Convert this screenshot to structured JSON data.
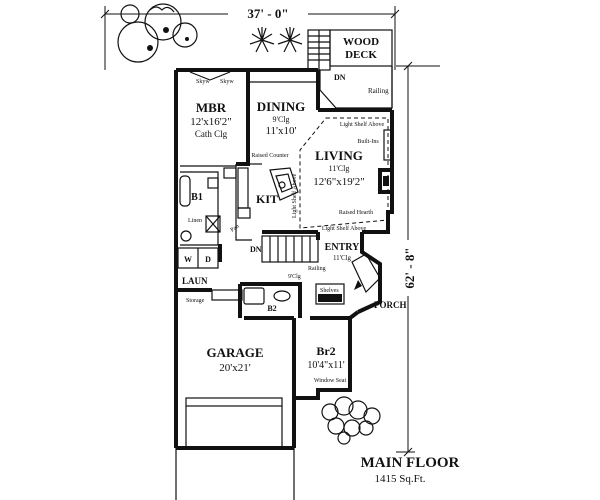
{
  "dimensions": {
    "width": "37' - 0\"",
    "depth": "62' - 8\""
  },
  "rooms": {
    "wood_deck": "WOOD\nDECK",
    "mbr": {
      "name": "MBR",
      "size": "12'x16'2\"",
      "note": "Cath Clg"
    },
    "dining": {
      "name": "DINING",
      "note": "9'Clg",
      "size": "11'x10'"
    },
    "living": {
      "name": "LIVING",
      "note": "11'Clg",
      "size": "12'6\"x19'2\""
    },
    "kit": {
      "name": "KIT"
    },
    "b1": {
      "name": "B1"
    },
    "entry": {
      "name": "ENTRY",
      "note": "11'Clg"
    },
    "laun": {
      "name": "LAUN"
    },
    "b2": {
      "name": "B2"
    },
    "garage": {
      "name": "GARAGE",
      "size": "20'x21'"
    },
    "br2": {
      "name": "Br2",
      "size": "10'4\"x11'"
    },
    "porch": {
      "name": "PORCH"
    }
  },
  "notes": {
    "dn_deck": "DN",
    "railing_deck": "Railing",
    "skylight_1": "Skyw",
    "skylight_2": "Skyw",
    "light_shelf_above_1": "Light Shelf Above",
    "built_ins": "Built-Ins",
    "raised_counter": "Raised Counter",
    "light_shelf_above_2": "Light Shelf Above",
    "raised_hearth": "Raised Hearth",
    "light_shelf_above_3": "Light Shelf Above",
    "pantry": "Pan",
    "linen": "Linen",
    "w": "W",
    "d": "D",
    "dn_stair": "DN",
    "railing_entry": "Railing",
    "clg_9": "9'Clg",
    "storage": "Storage",
    "shelves": "Shelves",
    "window_seat": "Window Seat"
  },
  "footer": {
    "title": "MAIN FLOOR",
    "area": "1415 Sq.Ft."
  }
}
